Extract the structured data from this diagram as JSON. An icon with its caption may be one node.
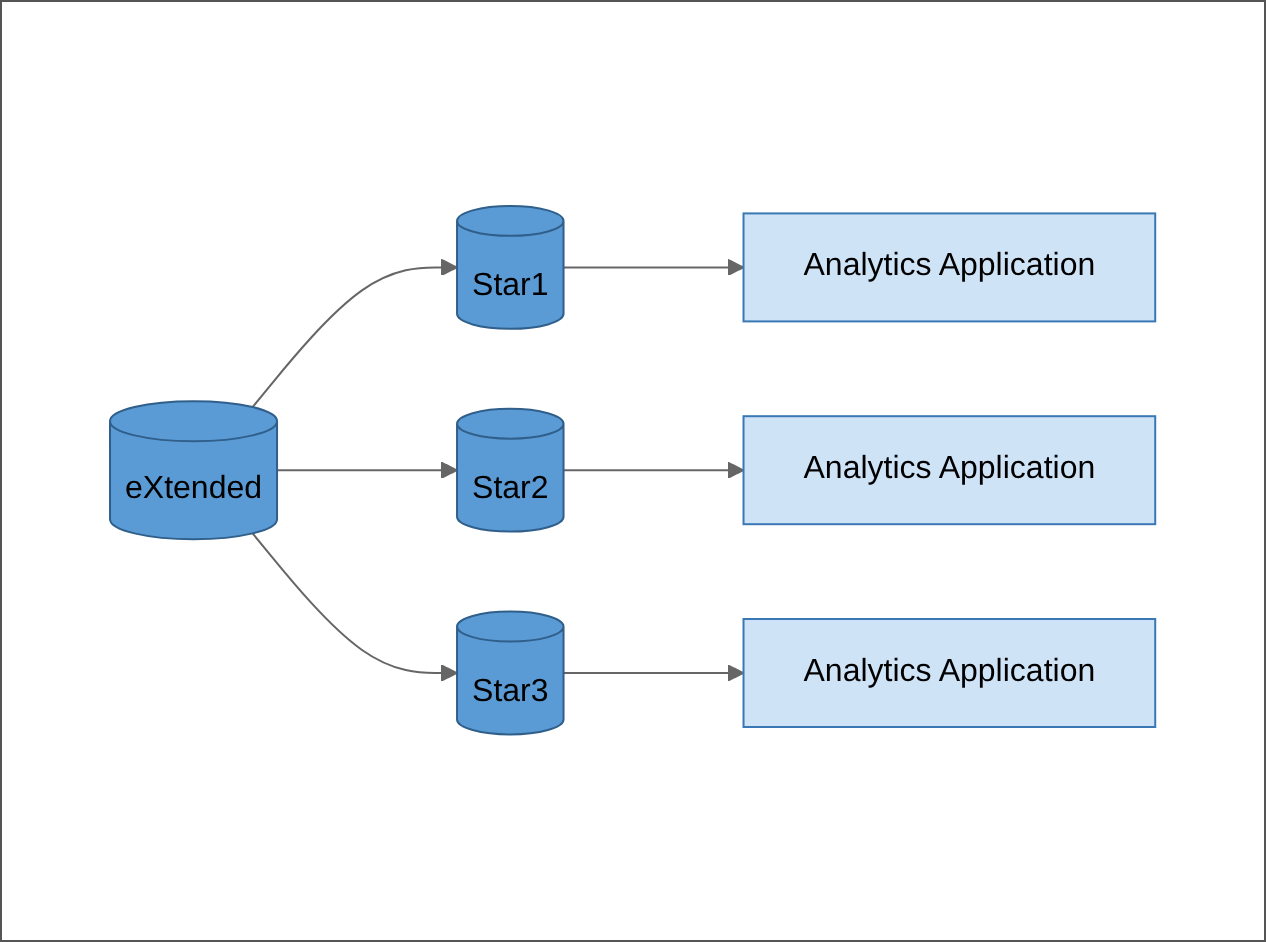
{
  "diagram": {
    "nodes": [
      {
        "text": [
          "eXtended"
        ]
      },
      {
        "text": [
          "Star1"
        ]
      },
      {
        "text": [
          "Star2"
        ]
      },
      {
        "text": [
          "Star3"
        ]
      },
      {
        "text": [
          "Analytics Application"
        ]
      },
      {
        "text": [
          "Analytics Application"
        ]
      },
      {
        "text": [
          "Analytics Application"
        ]
      }
    ],
    "edges": [
      {
        "from": 0,
        "to": 1,
        "arrow": "to"
      },
      {
        "from": 0,
        "to": 2,
        "arrow": "to"
      },
      {
        "from": 0,
        "to": 3,
        "arrow": "to"
      },
      {
        "from": 1,
        "to": 4,
        "arrow": "to"
      },
      {
        "from": 2,
        "to": 5,
        "arrow": "to"
      },
      {
        "from": 3,
        "to": 6,
        "arrow": "to"
      }
    ]
  }
}
